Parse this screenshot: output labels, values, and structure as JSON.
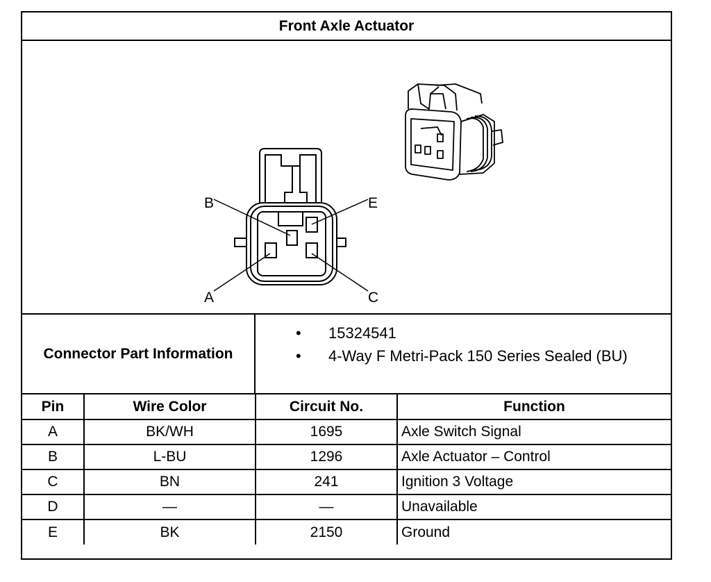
{
  "title": "Front Axle Actuator",
  "diagram": {
    "pin_labels": [
      "B",
      "E",
      "A",
      "C"
    ]
  },
  "connector_info": {
    "label": "Connector Part Information",
    "items": [
      "15324541",
      "4-Way F Metri-Pack 150 Series Sealed (BU)"
    ],
    "bullet": "•"
  },
  "table": {
    "headers": [
      "Pin",
      "Wire Color",
      "Circuit No.",
      "Function"
    ],
    "rows": [
      [
        "A",
        "BK/WH",
        "1695",
        "Axle Switch Signal"
      ],
      [
        "B",
        "L-BU",
        "1296",
        "Axle Actuator – Control"
      ],
      [
        "C",
        "BN",
        "241",
        "Ignition 3 Voltage"
      ],
      [
        "D",
        "—",
        "—",
        "Unavailable"
      ],
      [
        "E",
        "BK",
        "2150",
        "Ground"
      ]
    ]
  }
}
